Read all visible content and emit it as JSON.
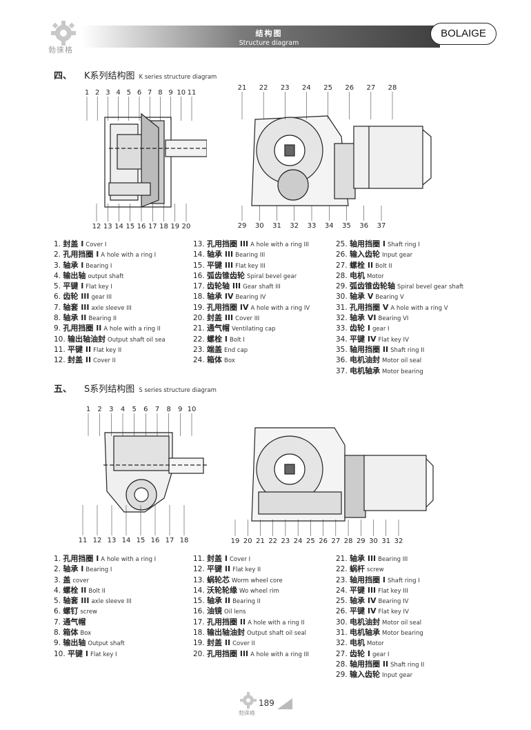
{
  "header": {
    "title_cn": "结构图",
    "title_en": "Structure diagram",
    "brand": "BOLAIGE",
    "logo_text": "勃徕格"
  },
  "k_section": {
    "number": "四、",
    "title_cn": "K系列结构图",
    "title_en": "K series structure diagram",
    "left_top_labels": [
      "1",
      "2",
      "3",
      "4",
      "5",
      "6",
      "7",
      "8",
      "9",
      "10",
      "11"
    ],
    "left_bottom_labels": [
      "12",
      "13",
      "14",
      "15",
      "16",
      "17",
      "18",
      "19",
      "20"
    ],
    "right_top_labels": [
      "21",
      "22",
      "23",
      "24",
      "25",
      "26",
      "27",
      "28"
    ],
    "right_bottom_labels": [
      "29",
      "30",
      "31",
      "32",
      "33",
      "34",
      "35",
      "36",
      "37"
    ],
    "legend_col1": [
      {
        "n": "1.",
        "cn": "封盖 I",
        "en": "Cover I"
      },
      {
        "n": "2.",
        "cn": "孔用挡圈 I",
        "en": "A hole with a ring I"
      },
      {
        "n": "3.",
        "cn": "轴承 I",
        "en": "Bearing I"
      },
      {
        "n": "4.",
        "cn": "输出轴",
        "en": "output shaft"
      },
      {
        "n": "5.",
        "cn": "平键 I",
        "en": "Flat key I"
      },
      {
        "n": "6.",
        "cn": "齿轮 III",
        "en": "gear III"
      },
      {
        "n": "7.",
        "cn": "轴套 III",
        "en": "axle sleeve III"
      },
      {
        "n": "8.",
        "cn": "轴承 II",
        "en": "Bearing II"
      },
      {
        "n": "9.",
        "cn": "孔用挡圈 II",
        "en": "A hole with a ring II"
      },
      {
        "n": "10.",
        "cn": "输出轴油封",
        "en": "Output shaft oil sea"
      },
      {
        "n": "11.",
        "cn": "平键 II",
        "en": "Flat key II"
      },
      {
        "n": "12.",
        "cn": "封盖 II",
        "en": "Cover II"
      }
    ],
    "legend_col2": [
      {
        "n": "13.",
        "cn": "孔用挡圈 III",
        "en": "A hole with a ring III"
      },
      {
        "n": "14.",
        "cn": "轴承 III",
        "en": "Bearing III"
      },
      {
        "n": "15.",
        "cn": "平键 III",
        "en": "Flat key III"
      },
      {
        "n": "16.",
        "cn": "弧齿锥齿轮",
        "en": "Spiral bevel gear"
      },
      {
        "n": "17.",
        "cn": "齿轮轴 III",
        "en": "Gear shaft III"
      },
      {
        "n": "18.",
        "cn": "轴承 IV",
        "en": "Bearing IV"
      },
      {
        "n": "19.",
        "cn": "孔用挡圈 IV",
        "en": "A hole with a ring IV"
      },
      {
        "n": "20.",
        "cn": "封盖 III",
        "en": "Cover III"
      },
      {
        "n": "21.",
        "cn": "通气帽",
        "en": "Ventilating cap"
      },
      {
        "n": "22.",
        "cn": "螺栓 I",
        "en": "Bolt I"
      },
      {
        "n": "23.",
        "cn": "端盖",
        "en": "End cap"
      },
      {
        "n": "24.",
        "cn": "箱体",
        "en": "Box"
      }
    ],
    "legend_col3": [
      {
        "n": "25.",
        "cn": "轴用挡圈 I",
        "en": "Shaft ring I"
      },
      {
        "n": "26.",
        "cn": "输入齿轮",
        "en": "Input gear"
      },
      {
        "n": "27.",
        "cn": "螺栓 II",
        "en": "Bolt II"
      },
      {
        "n": "28.",
        "cn": "电机",
        "en": "Motor"
      },
      {
        "n": "29.",
        "cn": "弧齿锥齿轮轴",
        "en": "Spiral bevel gear shaft"
      },
      {
        "n": "30.",
        "cn": "轴承 V",
        "en": "Bearing V"
      },
      {
        "n": "31.",
        "cn": "孔用挡圈 V",
        "en": "A hole with a ring V"
      },
      {
        "n": "32.",
        "cn": "轴承 VI",
        "en": "Bearing VI"
      },
      {
        "n": "33.",
        "cn": "齿轮 I",
        "en": "gear I"
      },
      {
        "n": "34.",
        "cn": "平键 IV",
        "en": "Flat key IV"
      },
      {
        "n": "35.",
        "cn": "轴用挡圈 II",
        "en": "Shaft ring II"
      },
      {
        "n": "36.",
        "cn": "电机油封",
        "en": "Motor oil seal"
      },
      {
        "n": "37.",
        "cn": "电机轴承",
        "en": "Motor bearing"
      }
    ]
  },
  "s_section": {
    "number": "五、",
    "title_cn": "S系列结构图",
    "title_en": "S series structure diagram",
    "left_top_labels": [
      "1",
      "2",
      "3",
      "4",
      "5",
      "6",
      "7",
      "8",
      "9",
      "10"
    ],
    "left_bottom_labels": [
      "11",
      "12",
      "13",
      "14",
      "15",
      "16",
      "17",
      "18"
    ],
    "right_bottom_labels": [
      "19",
      "20",
      "21",
      "22",
      "23",
      "24",
      "25",
      "26",
      "27",
      "28",
      "29",
      "30",
      "31",
      "32"
    ],
    "legend_col1": [
      {
        "n": "1.",
        "cn": "孔用挡圈 I",
        "en": "A hole with a ring I"
      },
      {
        "n": "2.",
        "cn": "轴承 I",
        "en": "Bearing I"
      },
      {
        "n": "3.",
        "cn": "盖",
        "en": "cover"
      },
      {
        "n": "4.",
        "cn": "螺栓 II",
        "en": "Bolt II"
      },
      {
        "n": "5.",
        "cn": "轴套 III",
        "en": "axle sleeve III"
      },
      {
        "n": "6.",
        "cn": "螺钉",
        "en": "screw"
      },
      {
        "n": "7.",
        "cn": "通气帽",
        "en": ""
      },
      {
        "n": "8.",
        "cn": "箱体",
        "en": "Box"
      },
      {
        "n": "9.",
        "cn": "输出轴",
        "en": "Output shaft"
      },
      {
        "n": "10.",
        "cn": "平键 I",
        "en": "Flat key I"
      }
    ],
    "legend_col2": [
      {
        "n": "11.",
        "cn": "封盖 I",
        "en": "Cover I"
      },
      {
        "n": "12.",
        "cn": "平键 II",
        "en": "Flat key II"
      },
      {
        "n": "13.",
        "cn": "蜗轮芯",
        "en": "Worm wheel core"
      },
      {
        "n": "14.",
        "cn": "沃轮轮缘",
        "en": "Wo wheel rim"
      },
      {
        "n": "15.",
        "cn": "轴承 II",
        "en": "Bearing II"
      },
      {
        "n": "16.",
        "cn": "油镜",
        "en": "Oil lens"
      },
      {
        "n": "17.",
        "cn": "孔用挡圈 II",
        "en": "A hole with a ring II"
      },
      {
        "n": "18.",
        "cn": "输出轴油封",
        "en": "Output shaft oil seal"
      },
      {
        "n": "19.",
        "cn": "封盖 II",
        "en": "Cover II"
      },
      {
        "n": "20.",
        "cn": "孔用挡圈 III",
        "en": "A hole with a ring III"
      }
    ],
    "legend_col3": [
      {
        "n": "21.",
        "cn": "轴承 III",
        "en": "Bearing III"
      },
      {
        "n": "22.",
        "cn": "蜗杆",
        "en": "screw"
      },
      {
        "n": "23.",
        "cn": "轴用挡圈 I",
        "en": "Shaft ring I"
      },
      {
        "n": "24.",
        "cn": "平键 III",
        "en": "Flat key III"
      },
      {
        "n": "25.",
        "cn": "轴承 IV",
        "en": "Bearing IV"
      },
      {
        "n": "26.",
        "cn": "平键 IV",
        "en": "Flat key IV"
      },
      {
        "n": "30.",
        "cn": "电机油封",
        "en": "Motor oil seal"
      },
      {
        "n": "31.",
        "cn": "电机轴承",
        "en": "Motor bearing"
      },
      {
        "n": "32.",
        "cn": "电机",
        "en": "Motor"
      },
      {
        "n": "27.",
        "cn": "齿轮 I",
        "en": "gear I"
      },
      {
        "n": "28.",
        "cn": "轴用挡圈 II",
        "en": "Shaft ring II"
      },
      {
        "n": "29.",
        "cn": "输入齿轮",
        "en": "Input gear"
      }
    ]
  },
  "footer": {
    "page_number": "189",
    "logo_text": "勃徕格"
  }
}
